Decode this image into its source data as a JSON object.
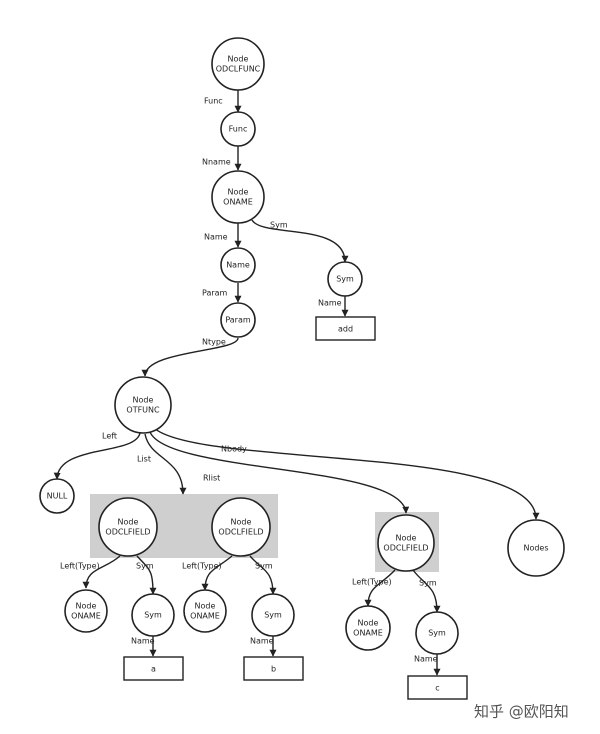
{
  "nodes": {
    "root": {
      "lines": [
        "Node",
        "ODCLFUNC"
      ]
    },
    "func": {
      "lines": [
        "Func"
      ]
    },
    "oname_top": {
      "lines": [
        "Node",
        "ONAME"
      ]
    },
    "name": {
      "lines": [
        "Name"
      ]
    },
    "sym_top": {
      "lines": [
        "Sym"
      ]
    },
    "param": {
      "lines": [
        "Param"
      ]
    },
    "otfunc": {
      "lines": [
        "Node",
        "OTFUNC"
      ]
    },
    "null": {
      "lines": [
        "NULL"
      ]
    },
    "field1": {
      "lines": [
        "Node",
        "ODCLFIELD"
      ]
    },
    "field2": {
      "lines": [
        "Node",
        "ODCLFIELD"
      ]
    },
    "field3": {
      "lines": [
        "Node",
        "ODCLFIELD"
      ]
    },
    "nodes": {
      "lines": [
        "Nodes"
      ]
    },
    "oname1": {
      "lines": [
        "Node",
        "ONAME"
      ]
    },
    "sym1": {
      "lines": [
        "Sym"
      ]
    },
    "oname2": {
      "lines": [
        "Node",
        "ONAME"
      ]
    },
    "sym2": {
      "lines": [
        "Sym"
      ]
    },
    "oname3": {
      "lines": [
        "Node",
        "ONAME"
      ]
    },
    "sym3": {
      "lines": [
        "Sym"
      ]
    }
  },
  "boxes": {
    "add": "add",
    "a": "a",
    "b": "b",
    "c": "c"
  },
  "edge_labels": {
    "func": "Func",
    "nname": "Nname",
    "name": "Name",
    "sym": "Sym",
    "param": "Param",
    "sym_name": "Name",
    "ntype": "Ntype",
    "left": "Left",
    "list": "List",
    "rlist": "Rlist",
    "nbody": "Nbody",
    "f1_left": "Left(Type)",
    "f1_sym": "Sym",
    "f2_left": "Left(Type)",
    "f2_sym": "Sym",
    "f3_left": "Left(Type)",
    "f3_sym": "Sym",
    "s1_name": "Name",
    "s2_name": "Name",
    "s3_name": "Name"
  },
  "watermark": "知乎 @欧阳知"
}
